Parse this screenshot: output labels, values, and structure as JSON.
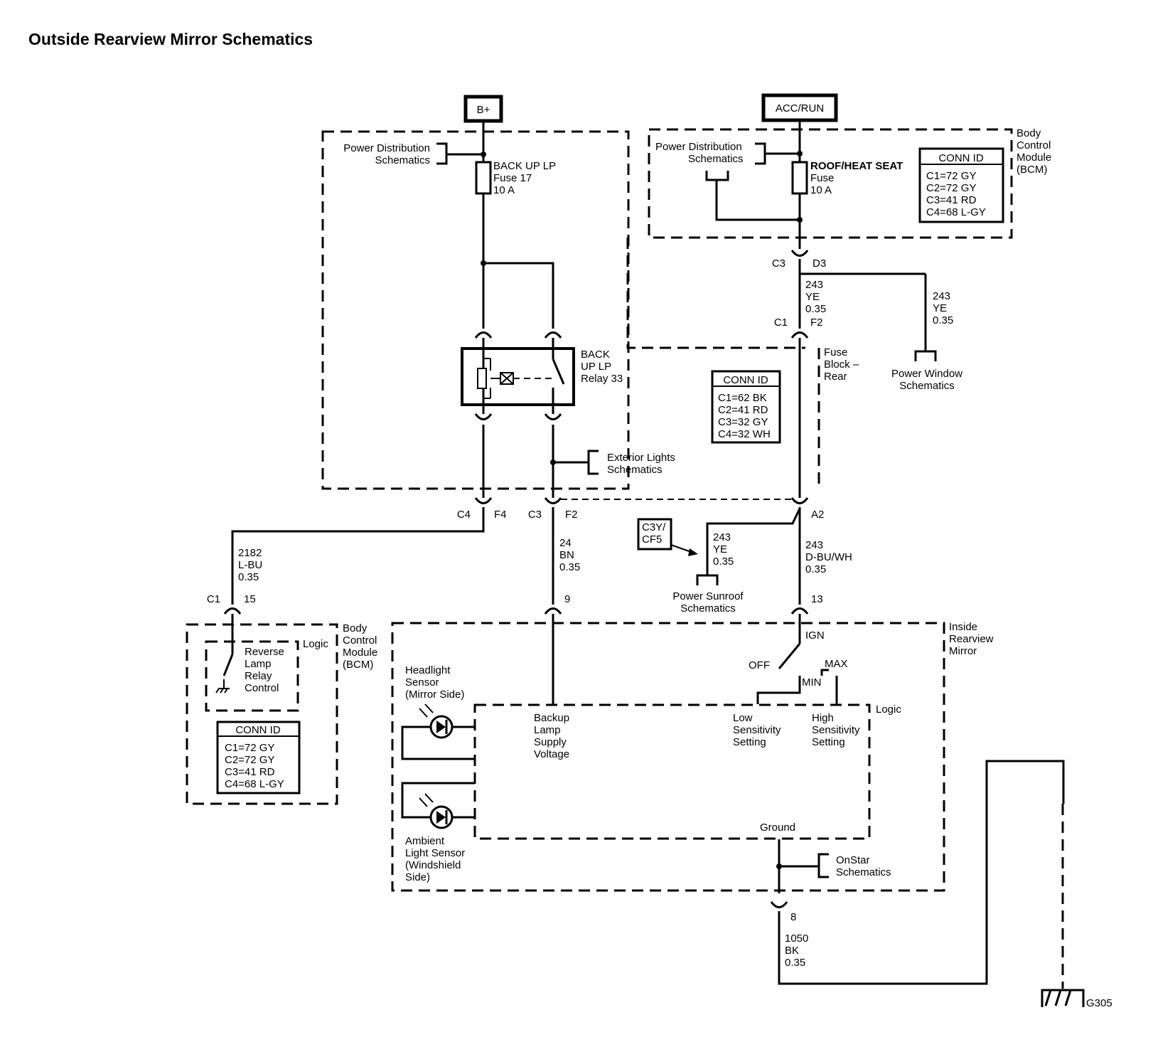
{
  "title": "Outside Rearview Mirror Schematics",
  "power_sources": {
    "bplus": "B+",
    "accrun": "ACC/RUN"
  },
  "fuse_block_left": {
    "pd_ref_1": "Power Distribution",
    "pd_ref_2": "Schematics",
    "fuse_1": "BACK UP LP",
    "fuse_2": "Fuse 17",
    "fuse_3": "10 A",
    "relay_1": "BACK",
    "relay_2": "UP LP",
    "relay_3": "Relay 33",
    "ext_1": "Exterior Lights",
    "ext_2": "Schematics"
  },
  "bcm_top": {
    "pd_ref_1": "Power Distribution",
    "pd_ref_2": "Schematics",
    "fuse_1": "ROOF/HEAT SEAT",
    "fuse_2": "Fuse",
    "fuse_3": "10 A",
    "label_1": "Body",
    "label_2": "Control",
    "label_3": "Module",
    "label_4": "(BCM)",
    "conn_title": "CONN ID",
    "conn_1": "C1=72 GY",
    "conn_2": "C2=72 GY",
    "conn_3": "C3=41 RD",
    "conn_4": "C4=68 L-GY"
  },
  "fuse_block_rear": {
    "label_1": "Fuse",
    "label_2": "Block –",
    "label_3": "Rear",
    "conn_title": "CONN ID",
    "conn_1": "C1=62 BK",
    "conn_2": "C2=41 RD",
    "conn_3": "C3=32 GY",
    "conn_4": "C4=32 WH"
  },
  "connectors": {
    "c3": "C3",
    "d3": "D3",
    "c1": "C1",
    "f2": "F2",
    "c4": "C4",
    "f4": "F4",
    "c3b": "C3",
    "f2b": "F2",
    "a2": "A2",
    "c1b": "C1",
    "pin15": "15",
    "pin9": "9",
    "pin13": "13",
    "pin8": "8"
  },
  "wires": {
    "w243a_1": "243",
    "w243a_2": "YE",
    "w243a_3": "0.35",
    "w243b_1": "243",
    "w243b_2": "YE",
    "w243b_3": "0.35",
    "w2182_1": "2182",
    "w2182_2": "L-BU",
    "w2182_3": "0.35",
    "w24_1": "24",
    "w24_2": "BN",
    "w24_3": "0.35",
    "w243c_1": "243",
    "w243c_2": "YE",
    "w243c_3": "0.35",
    "w243d_1": "243",
    "w243d_2": "D-BU/WH",
    "w243d_3": "0.35",
    "w1050_1": "1050",
    "w1050_2": "BK",
    "w1050_3": "0.35"
  },
  "refs": {
    "pw_1": "Power Window",
    "pw_2": "Schematics",
    "ps_1": "Power Sunroof",
    "ps_2": "Schematics",
    "cf_1": "C3Y/",
    "cf_2": "CF5",
    "onstar_1": "OnStar",
    "onstar_2": "Schematics"
  },
  "bcm_bottom": {
    "logic": "Logic",
    "rev_1": "Reverse",
    "rev_2": "Lamp",
    "rev_3": "Relay",
    "rev_4": "Control",
    "label_1": "Body",
    "label_2": "Control",
    "label_3": "Module",
    "label_4": "(BCM)",
    "conn_title": "CONN ID",
    "conn_1": "C1=72 GY",
    "conn_2": "C2=72 GY",
    "conn_3": "C3=41 RD",
    "conn_4": "C4=68 L-GY"
  },
  "mirror": {
    "label_1": "Inside",
    "label_2": "Rearview",
    "label_3": "Mirror",
    "ign": "IGN",
    "off": "OFF",
    "max": "MAX",
    "min": "MIN",
    "logic": "Logic",
    "hs_1": "Headlight",
    "hs_2": "Sensor",
    "hs_3": "(Mirror Side)",
    "backup_1": "Backup",
    "backup_2": "Lamp",
    "backup_3": "Supply",
    "backup_4": "Voltage",
    "low_1": "Low",
    "low_2": "Sensitivity",
    "low_3": "Setting",
    "high_1": "High",
    "high_2": "Sensitivity",
    "high_3": "Setting",
    "ground": "Ground",
    "amb_1": "Ambient",
    "amb_2": "Light Sensor",
    "amb_3": "(Windshield",
    "amb_4": "Side)"
  },
  "ground_id": "G305"
}
